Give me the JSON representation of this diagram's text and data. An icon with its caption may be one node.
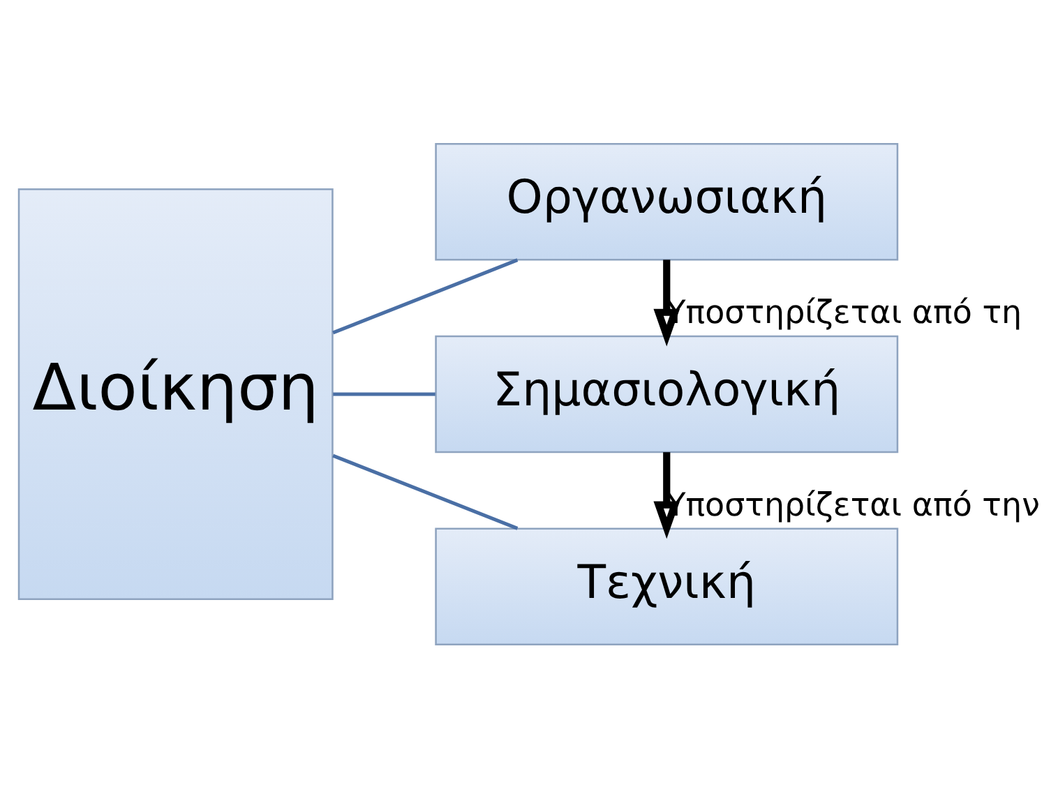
{
  "diagram": {
    "nodes": [
      {
        "text": [
          "Διοίκηση"
        ]
      },
      {
        "text": [
          "Οργανωσιακή"
        ]
      },
      {
        "text": [
          "Σημασιολογική"
        ]
      },
      {
        "text": [
          "Τεχνική"
        ]
      }
    ],
    "edges": [
      {
        "from": 0,
        "to": 1,
        "arrow": "none"
      },
      {
        "from": 0,
        "to": 2,
        "arrow": "none"
      },
      {
        "from": 0,
        "to": 3,
        "arrow": "none"
      },
      {
        "from": 1,
        "to": 2,
        "arrow": "to",
        "label": "Υποστηρίζεται από τη",
        "style": "thick",
        "color": "#000000"
      },
      {
        "from": 2,
        "to": 3,
        "arrow": "to",
        "label": "Υποστηρίζεται από την",
        "style": "thick",
        "color": "#000000"
      }
    ]
  }
}
